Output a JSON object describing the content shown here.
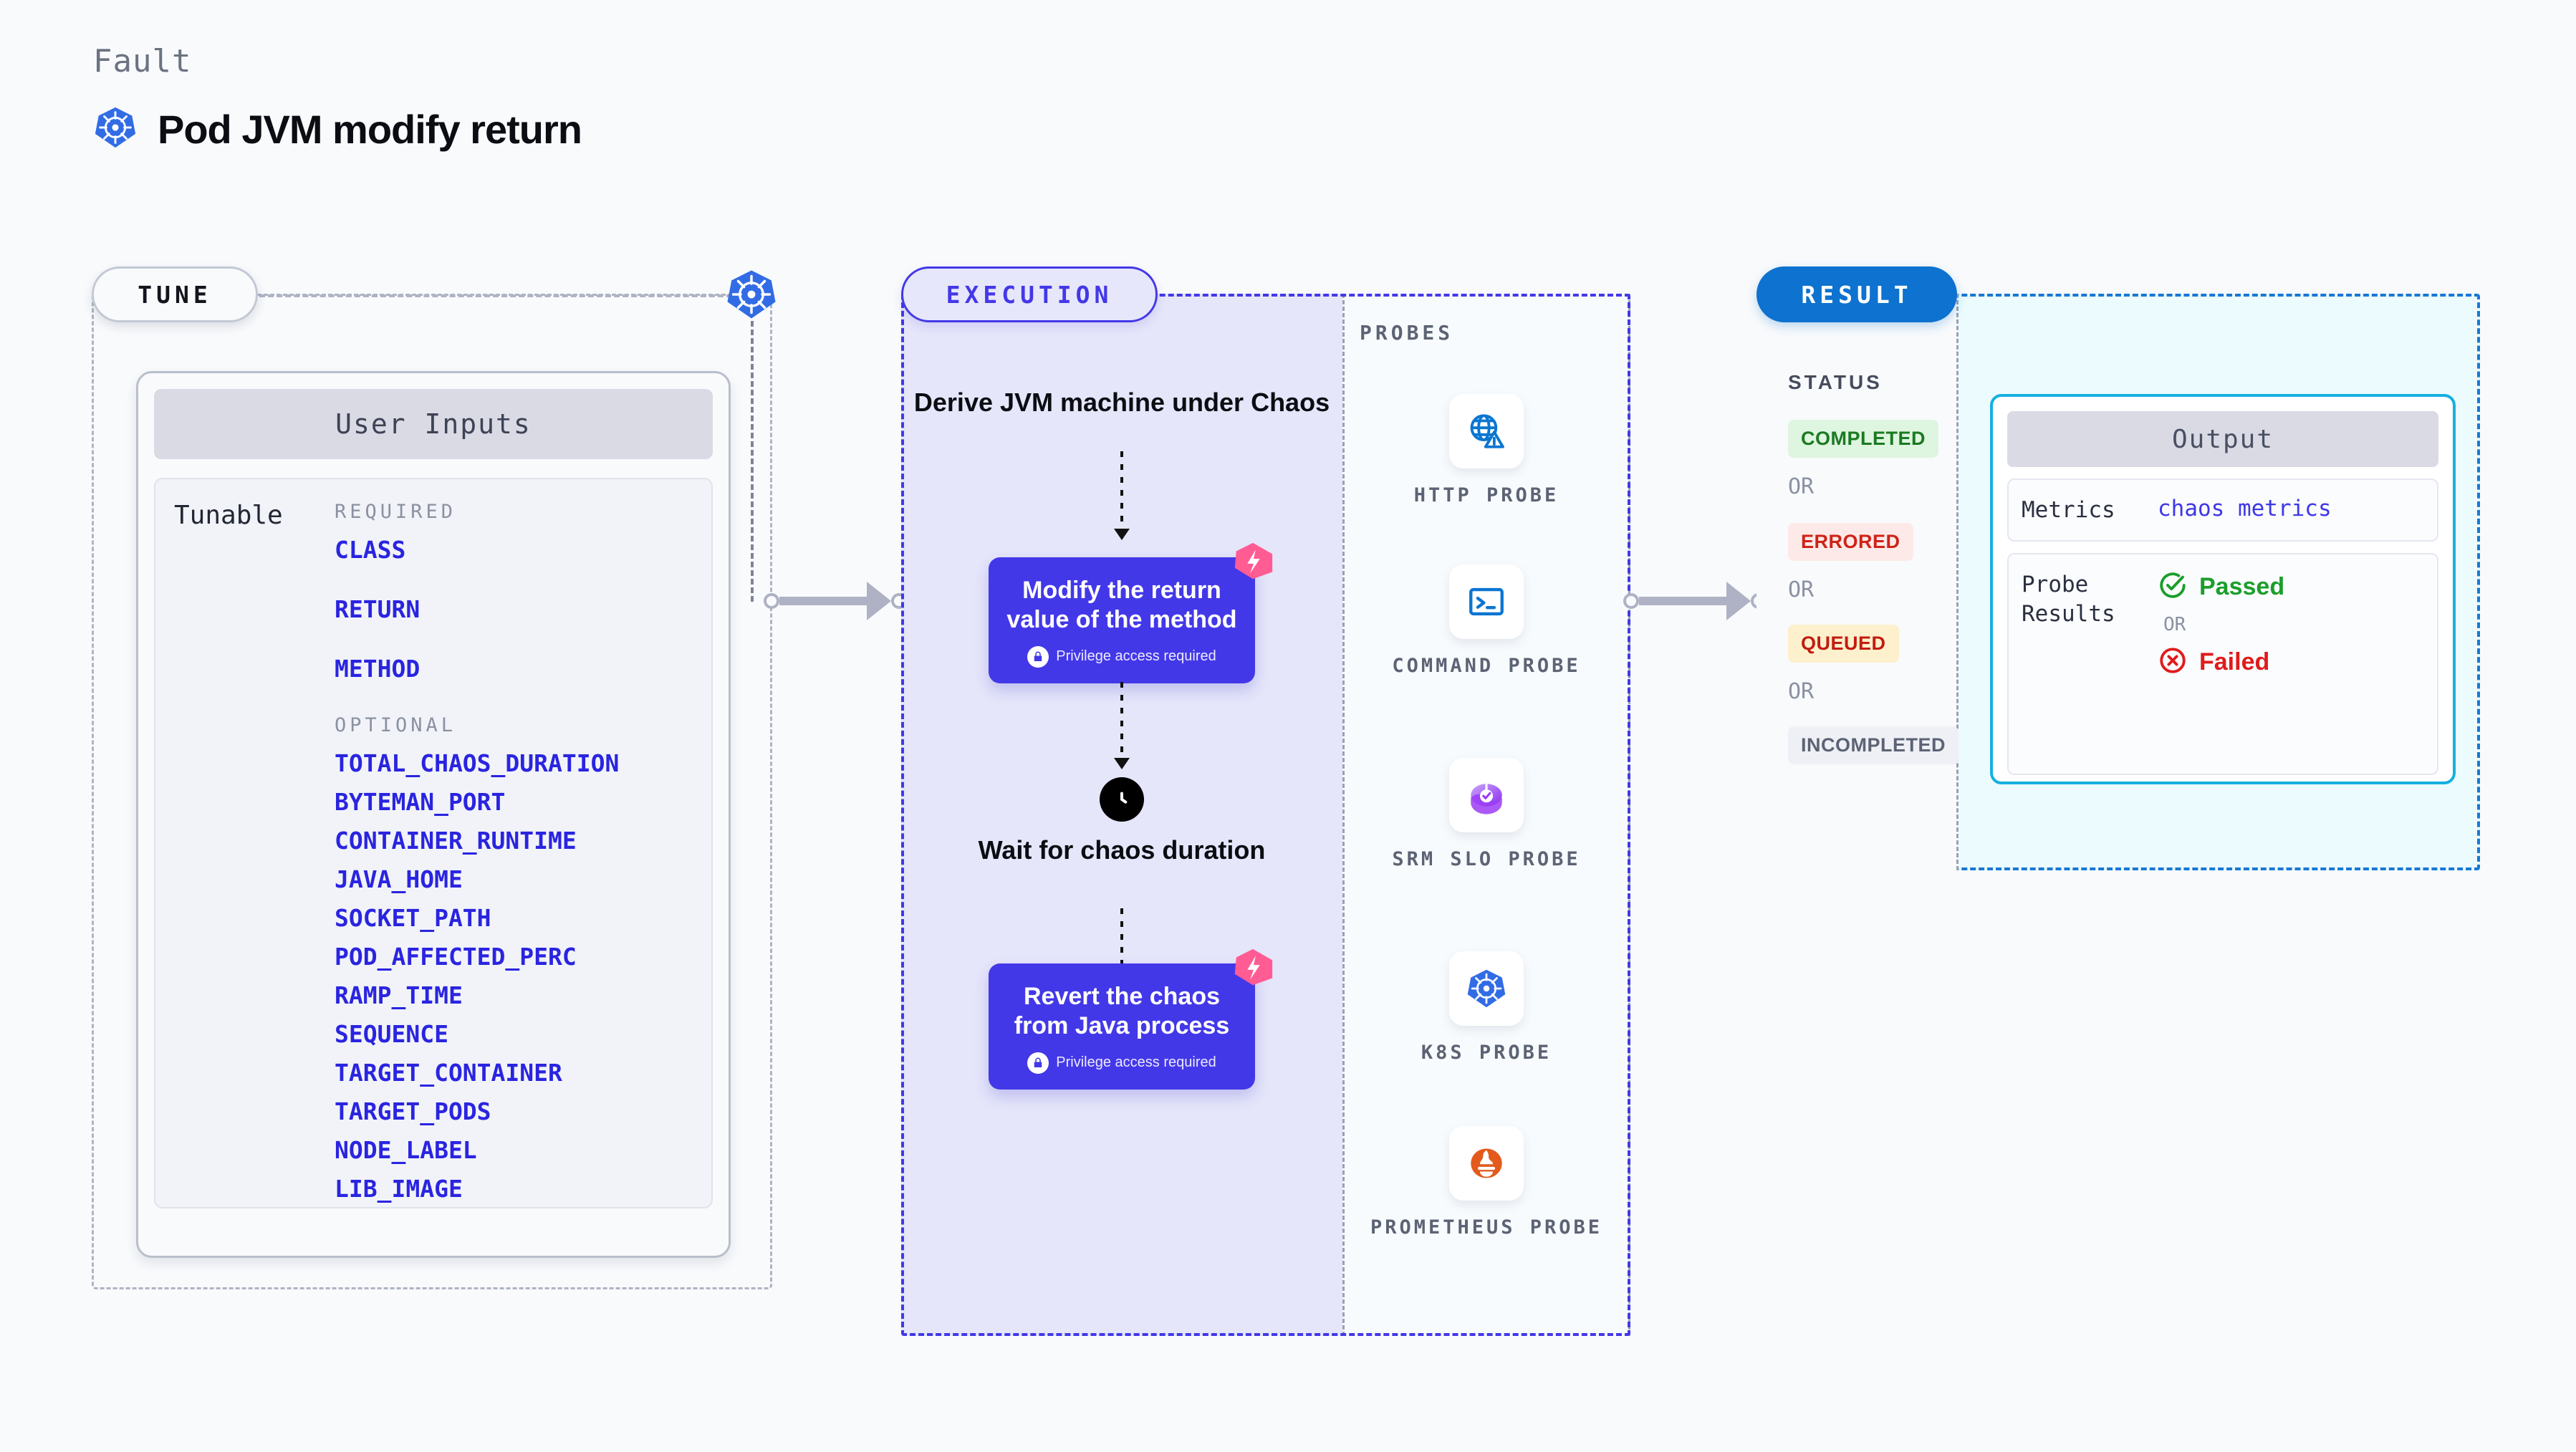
{
  "header": {
    "eyebrow": "Fault",
    "title": "Pod JVM modify return",
    "icon": "kubernetes-icon"
  },
  "tune": {
    "pill_label": "TUNE",
    "connector_icon": "kubernetes-icon",
    "card_title": "User Inputs",
    "tunable_label": "Tunable",
    "required_heading": "REQUIRED",
    "optional_heading": "OPTIONAL",
    "required_params": [
      "CLASS",
      "RETURN",
      "METHOD"
    ],
    "optional_params": [
      "TOTAL_CHAOS_DURATION",
      "BYTEMAN_PORT",
      "CONTAINER_RUNTIME",
      "JAVA_HOME",
      "SOCKET_PATH",
      "POD_AFFECTED_PERC",
      "RAMP_TIME",
      "SEQUENCE",
      "TARGET_CONTAINER",
      "TARGET_PODS",
      "NODE_LABEL",
      "LIB_IMAGE"
    ]
  },
  "execution": {
    "pill_label": "EXECUTION",
    "step1_title": "Derive JVM machine under Chaos",
    "step2_title": "Modify the return value of the method",
    "step2_privilege": "Privilege access required",
    "step3_title": "Wait for chaos duration",
    "step3_icon": "clock-icon",
    "step4_title": "Revert the chaos from Java process",
    "step4_privilege": "Privilege access required",
    "ribbon_icon": "chaos-ribbon-icon",
    "lock_icon": "lock-icon"
  },
  "probes": {
    "section_label": "PROBES",
    "items": [
      {
        "label": "HTTP PROBE",
        "icon": "globe-warning-icon"
      },
      {
        "label": "COMMAND PROBE",
        "icon": "terminal-icon"
      },
      {
        "label": "SRM SLO PROBE",
        "icon": "srm-slo-icon"
      },
      {
        "label": "K8S PROBE",
        "icon": "kubernetes-icon"
      },
      {
        "label": "PROMETHEUS PROBE",
        "icon": "prometheus-icon"
      }
    ]
  },
  "result": {
    "pill_label": "RESULT",
    "status_heading": "STATUS",
    "or_label": "OR",
    "statuses": [
      {
        "label": "COMPLETED",
        "bg": "#def5e0",
        "fg": "#1b7a22"
      },
      {
        "label": "ERRORED",
        "bg": "#fdeae8",
        "fg": "#cf2318"
      },
      {
        "label": "QUEUED",
        "bg": "#fdf0cc",
        "fg": "#c21c10"
      },
      {
        "label": "INCOMPLETED",
        "bg": "#eef0f5",
        "fg": "#5c6374"
      }
    ],
    "output": {
      "title": "Output",
      "metrics_key": "Metrics",
      "metrics_value": "chaos metrics",
      "probe_results_key": "Probe Results",
      "passed_label": "Passed",
      "passed_icon": "check-circle-icon",
      "or_label": "OR",
      "failed_label": "Failed",
      "failed_icon": "x-circle-icon"
    }
  },
  "colors": {
    "indigo": "#4338e8",
    "k8s_blue": "#326ce5",
    "result_blue": "#0d72d0",
    "cyan": "#16b0e0",
    "pink": "#ff5c93",
    "param_blue": "#2a24e0",
    "green": "#1b9e2b",
    "red": "#e01b1b"
  }
}
